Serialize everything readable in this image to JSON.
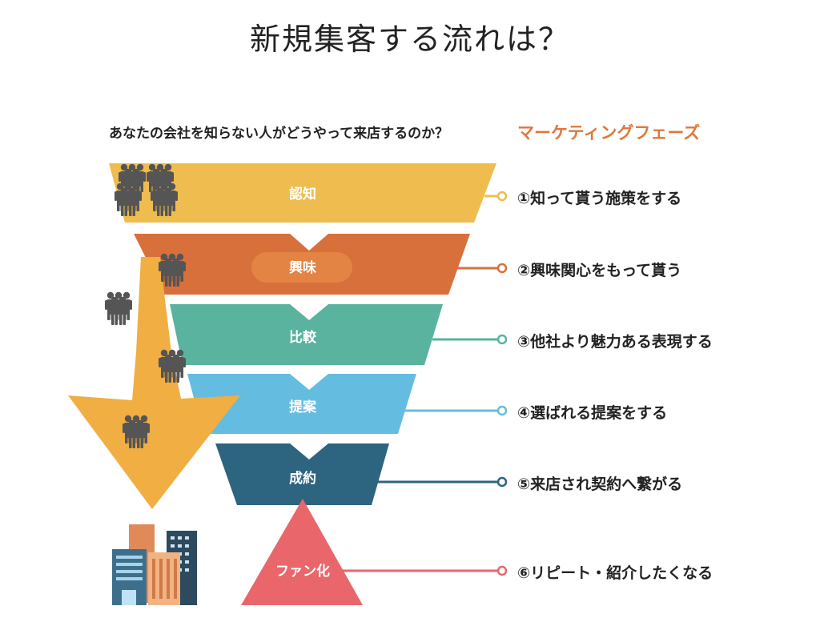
{
  "title": "新規集客する流れは？",
  "question": "あなたの会社を知らない人がどうやって来店するのか？",
  "phase_heading": "マーケティングフェーズ",
  "steps": [
    {
      "label": "認知",
      "color": "#efbd4f"
    },
    {
      "label": "興味",
      "color": "#d8703c"
    },
    {
      "label": "比較",
      "color": "#59b39f"
    },
    {
      "label": "提案",
      "color": "#64bde0"
    },
    {
      "label": "成約",
      "color": "#2d6480"
    },
    {
      "label": "ファン化",
      "color": "#e9666b"
    }
  ],
  "phases": [
    {
      "text": "①知って貰う施策をする"
    },
    {
      "text": "②興味関心をもって貰う"
    },
    {
      "text": "③他社より魅力ある表現する"
    },
    {
      "text": "④選ばれる提案をする"
    },
    {
      "text": "⑤来店され契約へ繋がる"
    },
    {
      "text": "⑥リピート・紹介したくなる"
    }
  ],
  "icons": [
    "people-crowd-icon",
    "people-group-icon",
    "down-arrow-icon",
    "building-icon"
  ],
  "colors": {
    "arrow": "#f0ae43",
    "people": "#555555",
    "phase_heading": "#e0773b"
  }
}
